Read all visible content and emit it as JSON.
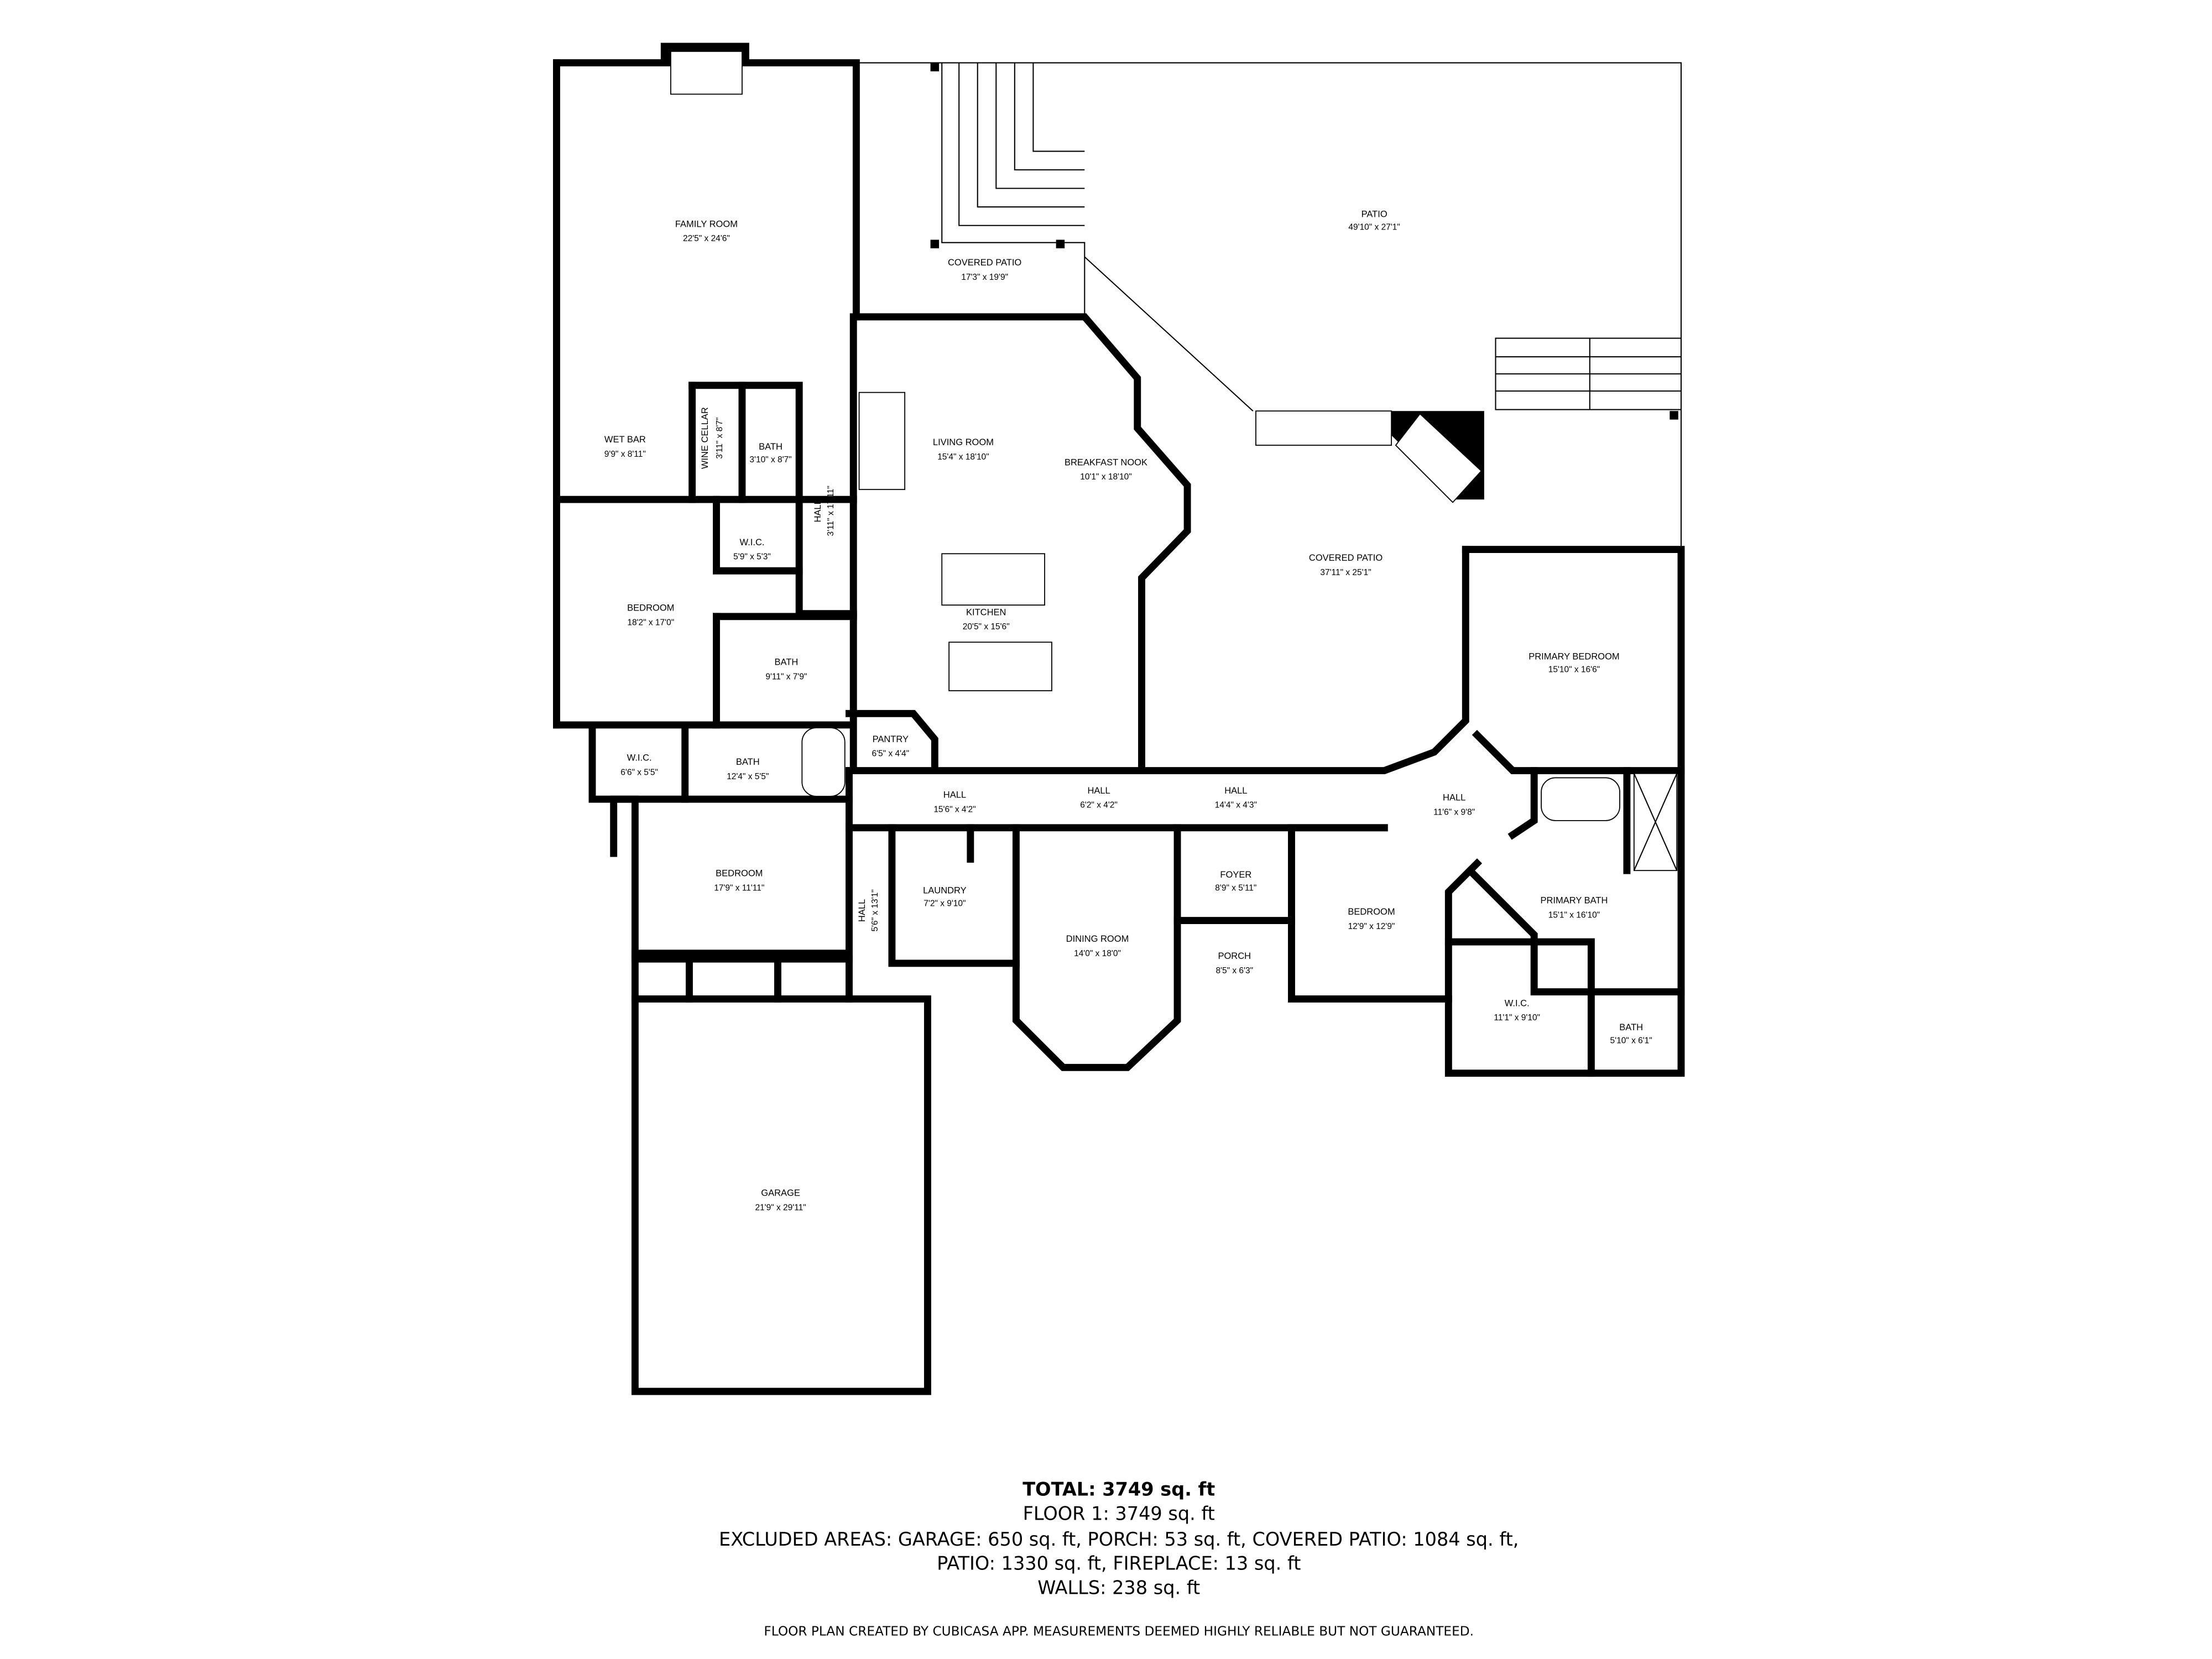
{
  "rooms": [
    {
      "name": "FAMILY ROOM",
      "dims": "22'5\" x 24'6\""
    },
    {
      "name": "COVERED PATIO",
      "dims": "17'3\" x 19'9\""
    },
    {
      "name": "PATIO",
      "dims": "49'10\" x 27'1\""
    },
    {
      "name": "WET BAR",
      "dims": "9'9\" x 8'11\""
    },
    {
      "name": "WINE CELLAR",
      "dims": "3'11\" x 8'7\""
    },
    {
      "name": "BATH",
      "dims": "3'10\" x 8'7\""
    },
    {
      "name": "HALL",
      "dims": "3'11\" x 17'11\""
    },
    {
      "name": "LIVING ROOM",
      "dims": "15'4\" x 18'10\""
    },
    {
      "name": "BREAKFAST NOOK",
      "dims": "10'1\" x 18'10\""
    },
    {
      "name": "W.I.C.",
      "dims": "5'9\" x 5'3\""
    },
    {
      "name": "BEDROOM",
      "dims": "18'2\" x 17'0\""
    },
    {
      "name": "KITCHEN",
      "dims": "20'5\" x 15'6\""
    },
    {
      "name": "COVERED PATIO",
      "dims": "37'11\" x 25'1\""
    },
    {
      "name": "PRIMARY BEDROOM",
      "dims": "15'10\" x 16'6\""
    },
    {
      "name": "BATH",
      "dims": "9'11\" x 7'9\""
    },
    {
      "name": "PANTRY",
      "dims": "6'5\" x 4'4\""
    },
    {
      "name": "W.I.C.",
      "dims": "6'6\" x 5'5\""
    },
    {
      "name": "BATH",
      "dims": "12'4\" x 5'5\""
    },
    {
      "name": "HALL",
      "dims": "15'6\" x 4'2\""
    },
    {
      "name": "HALL",
      "dims": "6'2\" x 4'2\""
    },
    {
      "name": "HALL",
      "dims": "14'4\" x 4'3\""
    },
    {
      "name": "HALL",
      "dims": "11'6\" x 9'8\""
    },
    {
      "name": "BEDROOM",
      "dims": "17'9\" x 11'11\""
    },
    {
      "name": "LAUNDRY",
      "dims": "7'2\" x 9'10\""
    },
    {
      "name": "HALL",
      "dims": "5'6\" x 13'1\""
    },
    {
      "name": "FOYER",
      "dims": "8'9\" x 5'11\""
    },
    {
      "name": "DINING ROOM",
      "dims": "14'0\" x 18'0\""
    },
    {
      "name": "BEDROOM",
      "dims": "12'9\" x 12'9\""
    },
    {
      "name": "PRIMARY BATH",
      "dims": "15'1\" x 16'10\""
    },
    {
      "name": "PORCH",
      "dims": "8'5\" x 6'3\""
    },
    {
      "name": "W.I.C.",
      "dims": "11'1\" x 9'10\""
    },
    {
      "name": "BATH",
      "dims": "5'10\" x 6'1\""
    },
    {
      "name": "GARAGE",
      "dims": "21'9\" x 29'11\""
    }
  ],
  "summary": {
    "total": "TOTAL: 3749 sq. ft",
    "floor1": "FLOOR 1: 3749 sq. ft",
    "excluded_line1": "EXCLUDED AREAS: GARAGE: 650 sq. ft, PORCH: 53 sq. ft, COVERED PATIO: 1084 sq. ft,",
    "excluded_line2": "PATIO: 1330 sq. ft, FIREPLACE: 13 sq. ft",
    "walls": "WALLS: 238 sq. ft"
  },
  "disclaimer": "FLOOR PLAN CREATED BY CUBICASA APP. MEASUREMENTS DEEMED HIGHLY RELIABLE BUT NOT GUARANTEED."
}
